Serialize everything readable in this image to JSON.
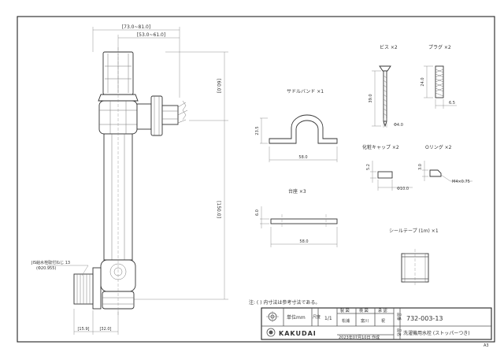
{
  "dimensions": {
    "top_outer": "[73.0~81.0]",
    "top_inner": "[53.0~61.0]",
    "right_upper": "[60.0]",
    "right_long": "[150.0]",
    "bottom_left": "[15.9]",
    "bottom_right": "[32.0]",
    "saddle_height": "23.5",
    "saddle_width": "58.0",
    "washer_width": "58.0",
    "washer_height": "6.0",
    "screw_length": "39.0",
    "screw_diameter": "Φ4.0",
    "plug_length": "24.0",
    "plug_diameter": "6.5",
    "cap_height": "5.2",
    "cap_diameter": "Φ10.0",
    "oring_height": "3.0",
    "oring_size": "M4×0.75"
  },
  "callouts": {
    "jis_label": "JIS給水栓取付ねじ 13",
    "jis_sub": "(Φ20.955)"
  },
  "parts": {
    "screw": "ビス ×2",
    "plug": "プラグ ×2",
    "saddle": "サドルバンド ×1",
    "cap": "化粧キャップ ×2",
    "oring": "Oリング ×2",
    "washer": "台座 ×3",
    "tape": "シールテープ (1m) ×1"
  },
  "note": "注: ( ) 内寸法は参考寸法である。",
  "title_block": {
    "unit_label": "単位mm",
    "scale_label": "尺度",
    "scale_value": "1/1",
    "col_made": "製 図",
    "col_check": "検 図",
    "col_approve": "承 認",
    "name_made": "松浦",
    "name_check": "富川",
    "name_approve": "祝",
    "brand": "KAKUDAI",
    "date": "2023年07月10日 作成",
    "part_number": "732-003-13",
    "product_name": "洗濯機用水栓 (ストッパーつき)",
    "part_label": "品番",
    "name_label": "品名",
    "sheet_size": "A3"
  }
}
